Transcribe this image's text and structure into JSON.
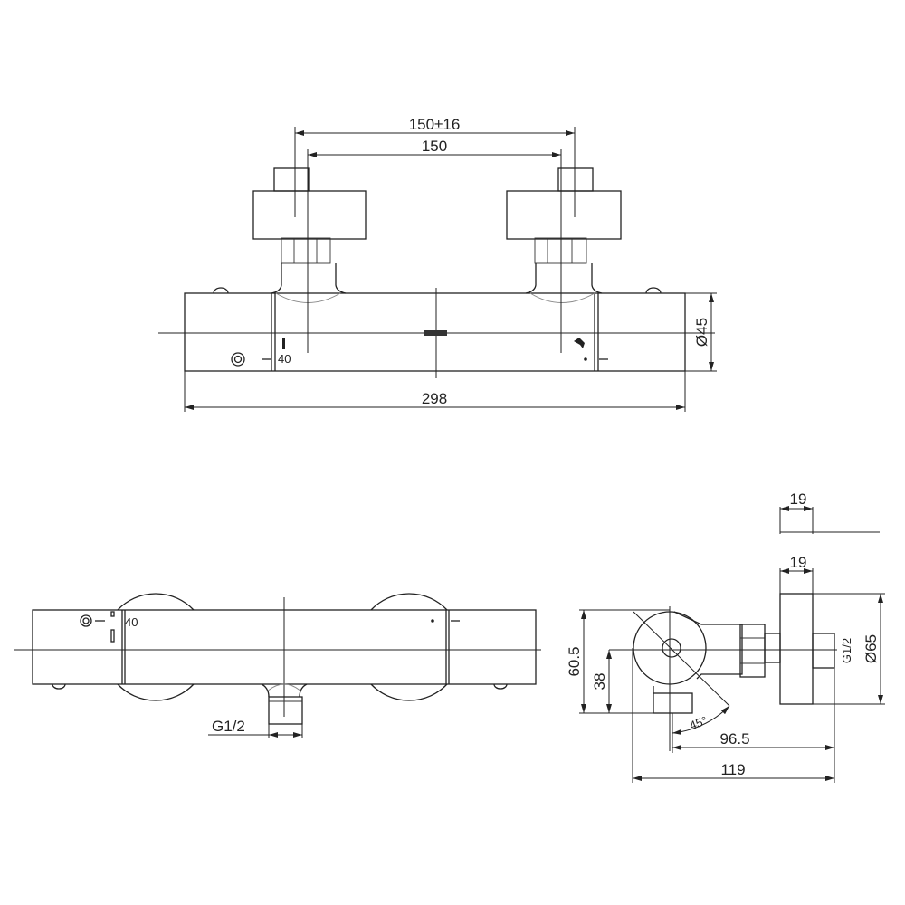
{
  "top_view": {
    "dim_spacing_tol": "150±16",
    "dim_spacing": "150",
    "dim_length": "298",
    "dim_diameter": "Ø45",
    "temp_mark": "40"
  },
  "front_view": {
    "temp_mark": "40",
    "outlet_thread": "G1/2"
  },
  "side_view": {
    "dim_flange_depth_a": "19",
    "dim_flange_depth_b": "19",
    "dim_flange_diameter": "Ø65",
    "inlet_thread": "G1/2",
    "dim_height_total": "60.5",
    "dim_height_axis": "38",
    "dim_depth_outlet": "96.5",
    "dim_depth_total": "119",
    "angle": "45°"
  }
}
